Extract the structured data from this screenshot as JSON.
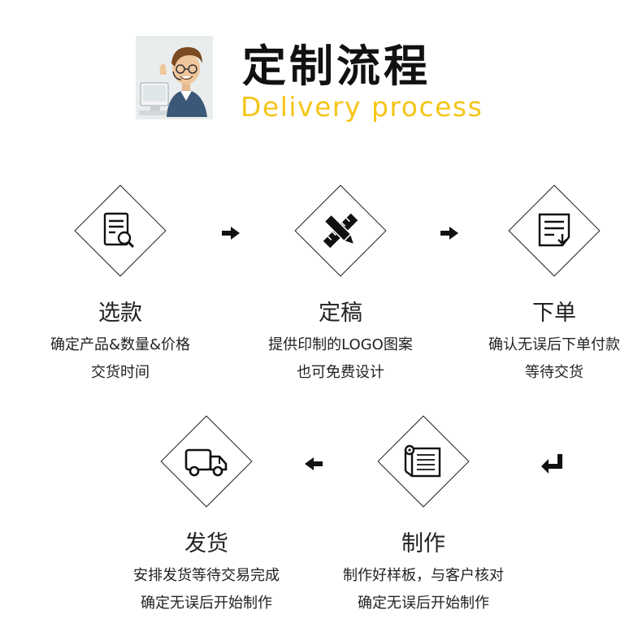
{
  "header": {
    "title": "定制流程",
    "subtitle": "Delivery process"
  },
  "steps": [
    {
      "title": "选款",
      "line1": "确定产品&数量&价格",
      "line2": "交货时间",
      "icon": "document-search-icon"
    },
    {
      "title": "定稿",
      "line1": "提供印制的LOGO图案",
      "line2": "也可免费设计",
      "icon": "pencil-ruler-icon"
    },
    {
      "title": "下单",
      "line1": "确认无误后下单付款",
      "line2": "等待交货",
      "icon": "document-download-icon"
    },
    {
      "title": "制作",
      "line1": "制作好样板，与客户核对",
      "line2": "确定无误后开始制作",
      "icon": "paper-roll-icon"
    },
    {
      "title": "发货",
      "line1": "安排发货等待交易完成",
      "line2": "确定无误后开始制作",
      "icon": "delivery-truck-icon"
    }
  ],
  "colors": {
    "accent": "#f5c518",
    "line": "#222222"
  }
}
